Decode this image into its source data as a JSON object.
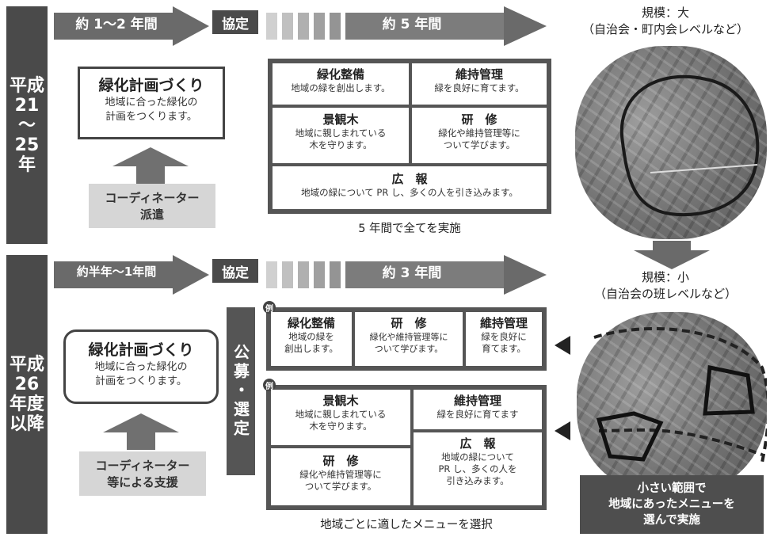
{
  "colors": {
    "dark": "#444444",
    "mid_gray": "#5a5a5a",
    "light_gray": "#d6d6d6",
    "arrow_gray": "#707070",
    "box_gray": "#8a8a8a"
  },
  "top": {
    "era": "平成\n21\n〜\n25\n年",
    "planning_duration": "約 1〜2 年間",
    "agreement": "協定",
    "implementation_duration": "約 5 年間",
    "planning_box": {
      "title": "緑化計画づくり",
      "desc": "地域に合った緑化の\n計画をつくります。"
    },
    "coordinator": "コーディネーター\n派遣",
    "menu": [
      {
        "title": "緑化整備",
        "desc": "地域の緑を創出します。"
      },
      {
        "title": "維持管理",
        "desc": "緑を良好に育てます。"
      },
      {
        "title": "景観木",
        "desc": "地域に親しまれている\n木を守ります。"
      },
      {
        "title": "研　修",
        "desc": "緑化や維持管理等に\nついて学びます。"
      },
      {
        "title": "広　報",
        "desc": "地域の緑について PR し、多くの人を引き込みます。"
      }
    ],
    "note": "5 年間で全てを実施",
    "scale_label": "規模：大\n（自治会・町内会レベルなど）"
  },
  "bottom": {
    "era": "平成\n26\n年度\n以降",
    "planning_duration": "約半年〜1年間",
    "agreement": "協定",
    "implementation_duration": "約 3 年間",
    "planning_box": {
      "title": "緑化計画づくり",
      "desc": "地域に合った緑化の\n計画をつくります。"
    },
    "coordinator": "コーディネーター\n等による支援",
    "selection": "公募・選定",
    "example_badge": "例",
    "example1": [
      {
        "title": "緑化整備",
        "desc": "地域の緑を\n創出します。"
      },
      {
        "title": "研　修",
        "desc": "緑化や維持管理等に\nついて学びます。"
      },
      {
        "title": "維持管理",
        "desc": "緑を良好に\n育てます。"
      }
    ],
    "example2": [
      {
        "title": "景観木",
        "desc": "地域に親しまれている\n木を守ります。"
      },
      {
        "title": "維持管理",
        "desc": "緑を良好に育てます"
      },
      {
        "title": "研　修",
        "desc": "緑化や維持管理等に\nついて学びます。"
      },
      {
        "title": "広　報",
        "desc": "地域の緑について\nPR し、多くの人を\n引き込みます。"
      }
    ],
    "note": "地域ごとに適したメニューを選択",
    "scale_label": "規模：小\n（自治会の班レベルなど）",
    "small_scope": "小さい範囲で\n地域にあったメニューを\n選んで実施"
  }
}
